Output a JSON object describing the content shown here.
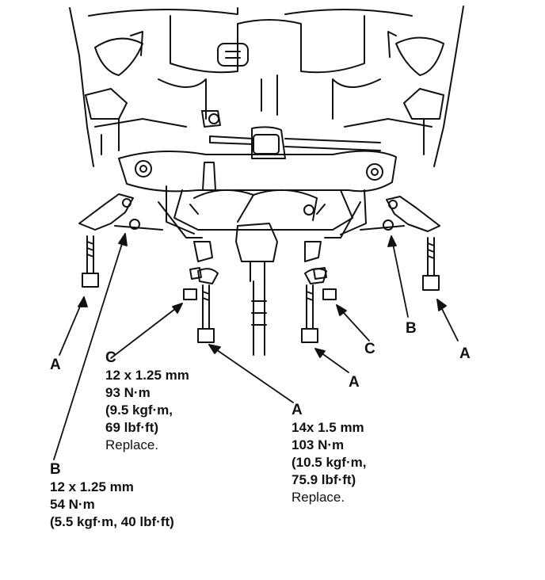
{
  "callouts": {
    "a_left": "A",
    "a_right": "A",
    "a_mid": "A",
    "b_right": "B",
    "c_right": "C"
  },
  "spec_c": {
    "letter": "C",
    "size": "12 x 1.25 mm",
    "torque_nm": "93 N·m",
    "torque_kgf": "(9.5 kgf·m,",
    "torque_lbf": "69 lbf·ft)",
    "note": "Replace."
  },
  "spec_a": {
    "letter": "A",
    "size": "14x 1.5 mm",
    "torque_nm": "103 N·m",
    "torque_kgf": "(10.5 kgf·m,",
    "torque_lbf": "75.9 lbf·ft)",
    "note": "Replace."
  },
  "spec_b": {
    "letter": "B",
    "size": "12 x 1.25 mm",
    "torque_nm": "54 N·m",
    "torque_kgf": "(5.5 kgf·m, 40 lbf·ft)"
  },
  "colors": {
    "ink": "#111111",
    "background": "#ffffff"
  }
}
